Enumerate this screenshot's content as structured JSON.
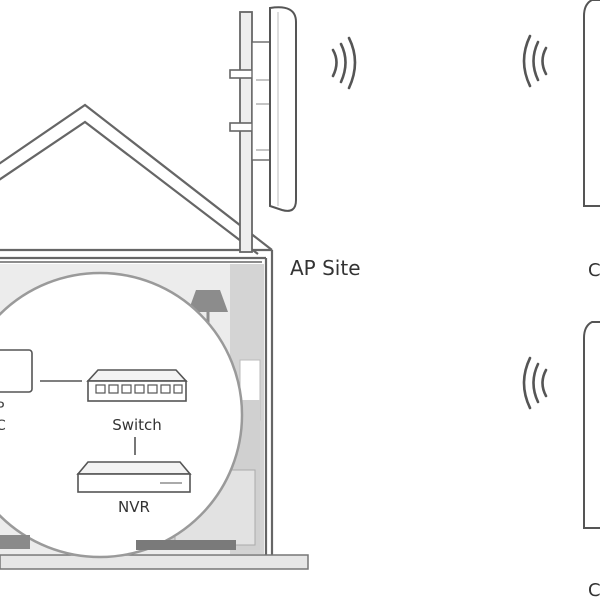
{
  "labels": {
    "ap_site": "AP Site",
    "switch": "Switch",
    "nvr": "NVR",
    "cut_left_1": "P",
    "cut_left_2": "C",
    "cut_right_top": "C",
    "cut_right_bottom": "C"
  },
  "colors": {
    "line": "#555555",
    "light_gray": "#dedede",
    "mid_gray": "#c9c9c9",
    "dark_gray": "#8a8a8a",
    "background": "#ffffff"
  },
  "icons": [
    "house-icon",
    "antenna-mast-icon",
    "wireless-signal-icon",
    "switch-icon",
    "nvr-icon",
    "lamp-icon",
    "cpe-device-icon"
  ]
}
